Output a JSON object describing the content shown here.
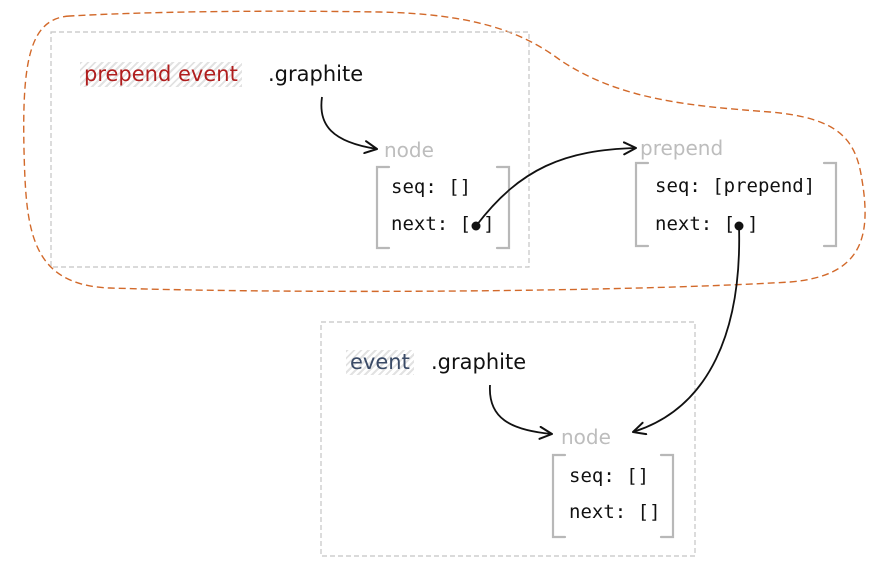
{
  "colors": {
    "hull_outline": "#d2692a",
    "box_outline": "#c4c4c4",
    "bracket": "#b8b8b8",
    "arrow": "#111111",
    "node_tag": "#bdbdbd",
    "event_red": "#b01e1e",
    "event_navy": "#3a4a66"
  },
  "top_group": {
    "event_label": "prepend event",
    "graphite_label": ".graphite",
    "node": {
      "tag": "node",
      "seq": "seq: []",
      "next_prefix": "next: [",
      "next_suffix": "]"
    }
  },
  "prepend_node": {
    "tag": "prepend",
    "seq": "seq: [prepend]",
    "next_prefix": "next: [",
    "next_suffix": "]"
  },
  "bottom_group": {
    "event_label": "event",
    "graphite_label": ".graphite",
    "node": {
      "tag": "node",
      "seq": "seq: []",
      "next": "next: []"
    }
  },
  "icons": {
    "pointer_dot": "pointer-dot-icon",
    "arrow_head": "arrow-head-icon"
  }
}
